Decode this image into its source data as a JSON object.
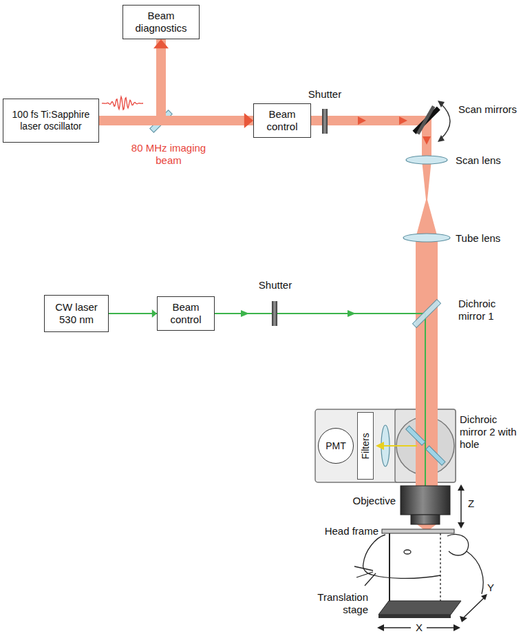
{
  "diagram": {
    "nodes": [
      {
        "text": [
          "100 fs Ti:Sapphire laser oscillator"
        ]
      },
      {
        "text": [
          "Beam diagnostics"
        ]
      },
      {
        "text": [
          "Beam control"
        ]
      },
      {
        "text": [
          "CW laser 530 nm"
        ]
      },
      {
        "text": [
          "Beam control"
        ]
      },
      {
        "text": [
          "PMT"
        ]
      },
      {
        "text": [
          "Filters"
        ]
      }
    ],
    "edges": [
      {
        "from": 0,
        "to": 2,
        "arrow": "to"
      },
      {
        "from": 0,
        "to": 1,
        "arrow": "to"
      },
      {
        "from": 3,
        "to": 4,
        "arrow": "to"
      }
    ],
    "labels": [
      "80 MHz imaging beam",
      "Shutter",
      "Scan mirrors",
      "Scan lens",
      "Tube lens",
      "Shutter",
      "Dichroic mirror 1",
      "Dichroic mirror 2 with hole",
      "Objective",
      "Z",
      "Head frame",
      "Translation stage",
      "X",
      "Y"
    ]
  }
}
